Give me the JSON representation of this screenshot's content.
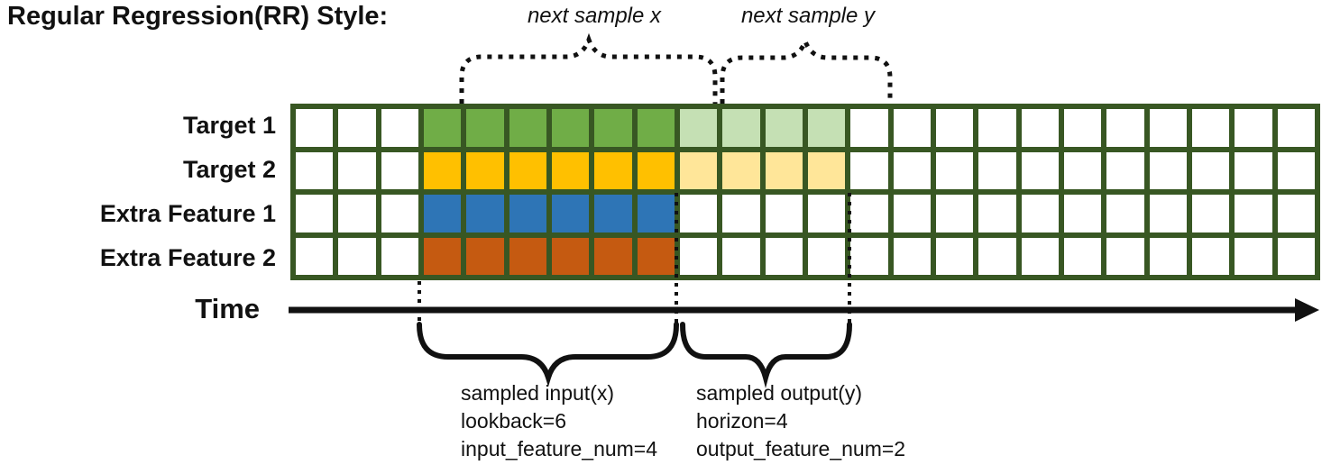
{
  "title": "Regular Regression(RR) Style:",
  "annotations": {
    "next_sample_x": "next sample x",
    "next_sample_y": "next sample y"
  },
  "time_axis": {
    "label": "Time"
  },
  "grid": {
    "columns": 24,
    "input_start": 3,
    "input_len": 6,
    "output_len": 4,
    "rows": [
      {
        "label": "Target 1",
        "input_color": "#70ad47",
        "output_color": "#c5e0b4"
      },
      {
        "label": "Target 2",
        "input_color": "#ffc000",
        "output_color": "#ffe699"
      },
      {
        "label": "Extra Feature 1",
        "input_color": "#2e75b6",
        "output_color": null
      },
      {
        "label": "Extra Feature 2",
        "input_color": "#c55a11",
        "output_color": null
      }
    ]
  },
  "bottom": {
    "input": {
      "lines": [
        "sampled input(x)",
        "lookback=6",
        "input_feature_num=4"
      ]
    },
    "output": {
      "lines": [
        "sampled output(y)",
        "horizon=4",
        "output_feature_num=2"
      ]
    }
  },
  "colors": {
    "grid_border": "#385723",
    "input_target1": "#70ad47",
    "input_target2": "#ffc000",
    "input_extra1": "#2e75b6",
    "input_extra2": "#c55a11",
    "output_target1": "#c5e0b4",
    "output_target2": "#ffe699",
    "ink": "#111111"
  }
}
